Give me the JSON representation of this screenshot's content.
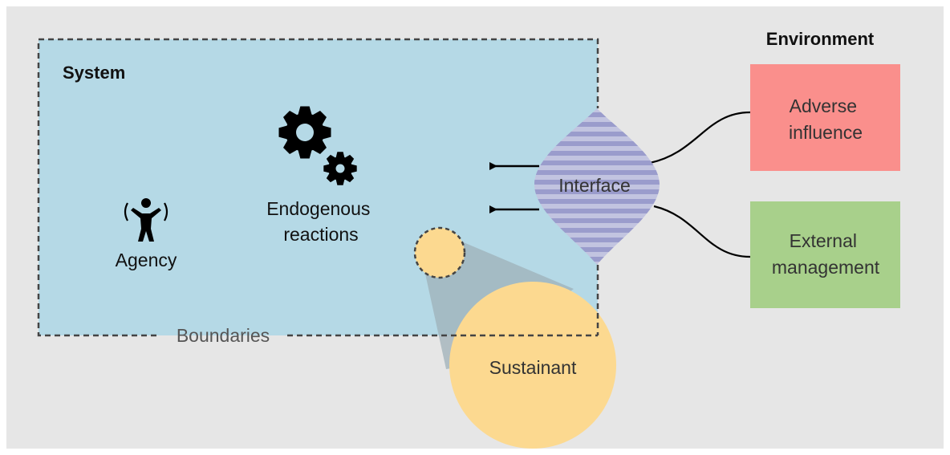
{
  "system": {
    "title": "System",
    "agency_label": "Agency",
    "reactions_line1": "Endogenous",
    "reactions_line2": "reactions",
    "boundaries_label": "Boundaries"
  },
  "interface": {
    "label": "Interface"
  },
  "sustainant": {
    "label": "Sustainant"
  },
  "environment": {
    "title": "Environment",
    "adverse_line1": "Adverse",
    "adverse_line2": "influence",
    "external_line1": "External",
    "external_line2": "management"
  },
  "icons": {
    "agency": "person-arms-raised-icon",
    "reactions": "gears-icon"
  },
  "colors": {
    "background": "#e6e6e6",
    "system_fill": "#b5d9e6",
    "interface_fill": "#c2c4e0",
    "interface_stripes": "#9a9ccc",
    "sustainant_fill": "#fcd990",
    "adverse_fill": "#fa8f8c",
    "external_fill": "#a8d08b"
  }
}
